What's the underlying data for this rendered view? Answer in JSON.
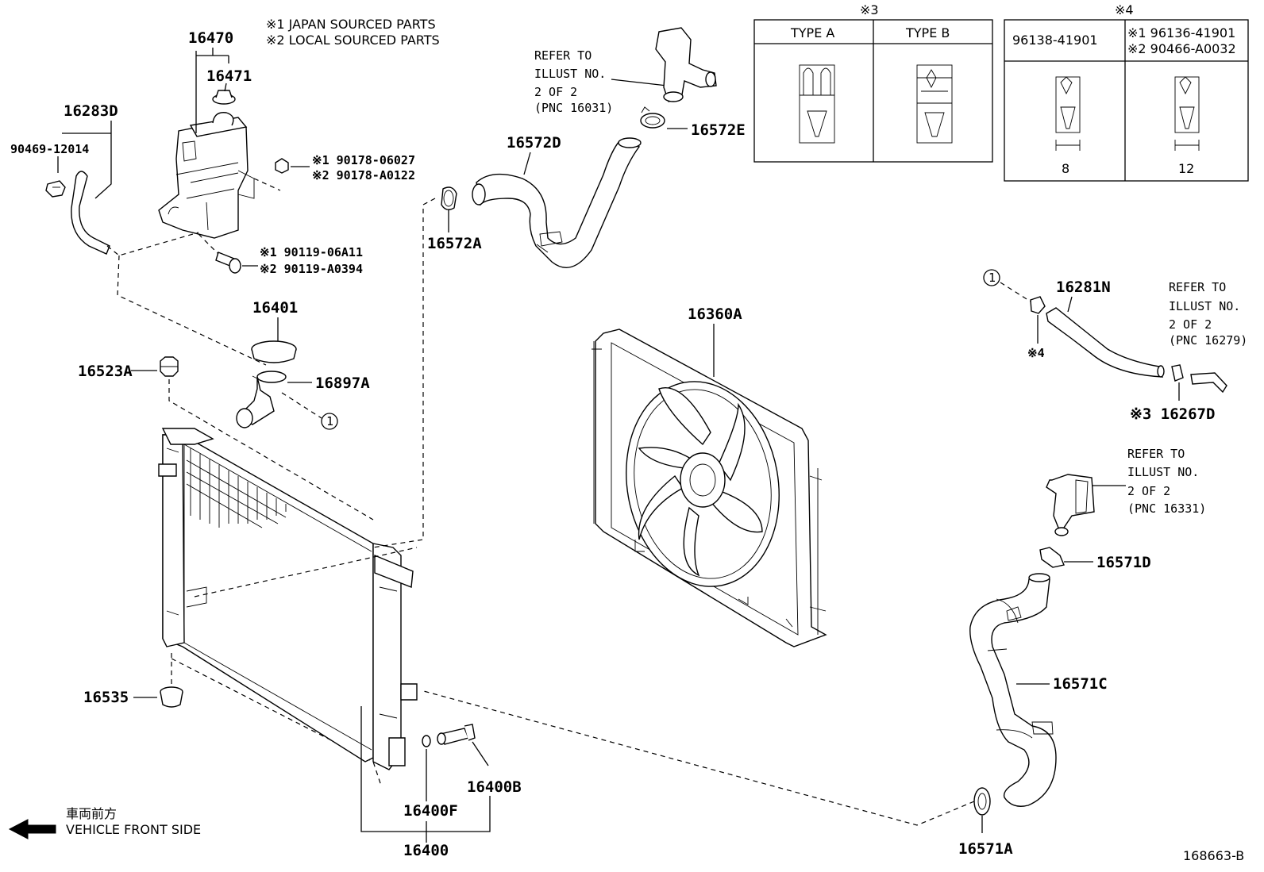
{
  "notes": {
    "note1": "※1  JAPAN SOURCED PARTS",
    "note2": "※2  LOCAL SOURCED PARTS"
  },
  "refer_box_1": [
    "REFER TO",
    "ILLUST NO.",
    "2 OF 2",
    "(PNC 16031)"
  ],
  "refer_box_2": [
    "REFER TO",
    "ILLUST NO.",
    "2 OF 2",
    "(PNC 16279)"
  ],
  "refer_box_3": [
    "REFER TO",
    "ILLUST NO.",
    "2 OF 2",
    "(PNC 16331)"
  ],
  "table3": {
    "mark": "※3",
    "type_a": "TYPE A",
    "type_b": "TYPE B"
  },
  "table4": {
    "mark": "※4",
    "left_pn": "96138-41901",
    "right_pn1": "※1  96136-41901",
    "right_pn2": "※2  90466-A0032",
    "left_size": "8",
    "right_size": "12"
  },
  "parts": {
    "p16470": "16470",
    "p16471": "16471",
    "p16283D": "16283D",
    "p90469": "90469-12014",
    "p90178a": "※1  90178-06027",
    "p90178b": "※2  90178-A0122",
    "p90119a": "※1  90119-06A11",
    "p90119b": "※2  90119-A0394",
    "p16401": "16401",
    "p16897A": "16897A",
    "p16523A": "16523A",
    "p16535": "16535",
    "p16572D": "16572D",
    "p16572E": "16572E",
    "p16572A": "16572A",
    "p16360A": "16360A",
    "p16281N": "16281N",
    "p16267D": "※3 16267D",
    "p16267D_mark4": "※4",
    "p16571D": "16571D",
    "p16571C": "16571C",
    "p16571A": "16571A",
    "p16400B": "16400B",
    "p16400F": "16400F",
    "p16400": "16400",
    "circle1": "1"
  },
  "front": {
    "jp": "車両前方",
    "en": "VEHICLE FRONT SIDE"
  },
  "diagram_id": "168663-B"
}
